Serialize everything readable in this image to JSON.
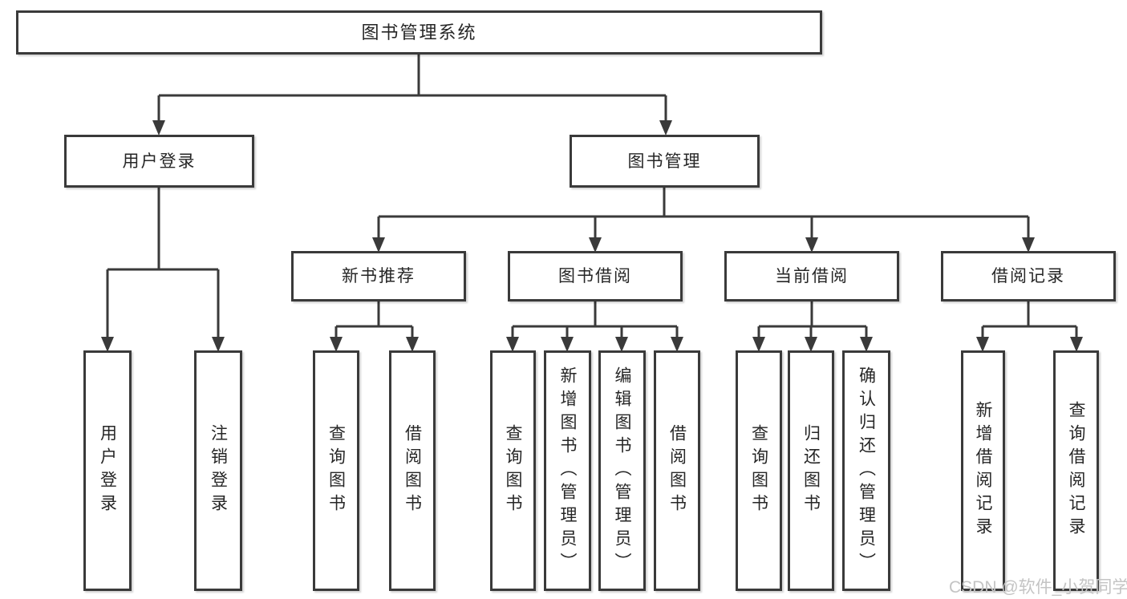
{
  "colors": {
    "line": "#3a3a3a",
    "text": "#262626",
    "watermark": "#c4c4c4",
    "background": "#ffffff"
  },
  "root": {
    "label": "图书管理系统"
  },
  "branches": [
    {
      "label": "用户登录",
      "leaves": [
        {
          "label": "用户登录"
        },
        {
          "label": "注销登录"
        }
      ]
    },
    {
      "label": "图书管理",
      "children": [
        {
          "label": "新书推荐",
          "leaves": [
            {
              "label": "查询图书"
            },
            {
              "label": "借阅图书"
            }
          ]
        },
        {
          "label": "图书借阅",
          "leaves": [
            {
              "label": "查询图书"
            },
            {
              "label": "新增图书（管理员）"
            },
            {
              "label": "编辑图书（管理员）"
            },
            {
              "label": "借阅图书"
            }
          ]
        },
        {
          "label": "当前借阅",
          "leaves": [
            {
              "label": "查询图书"
            },
            {
              "label": "归还图书"
            },
            {
              "label": "确认归还（管理员）"
            }
          ]
        },
        {
          "label": "借阅记录",
          "leaves": [
            {
              "label": "新增借阅记录"
            },
            {
              "label": "查询借阅记录"
            }
          ]
        }
      ]
    }
  ],
  "watermark": {
    "text": "CSDN @软件_小贺同学"
  }
}
